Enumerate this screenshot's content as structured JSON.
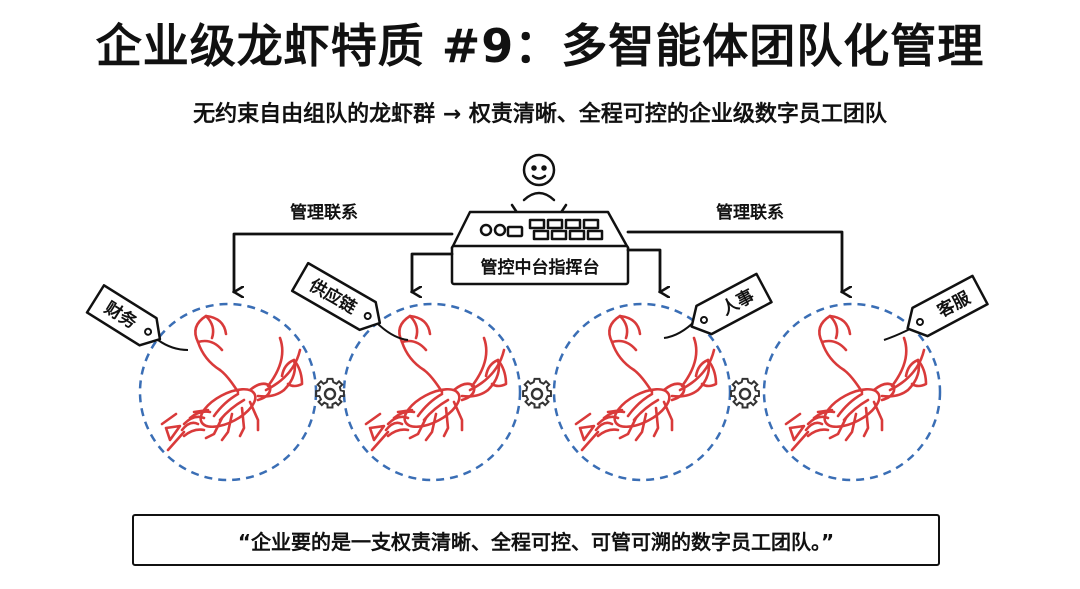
{
  "header": {
    "title": "企业级龙虾特质 #9：多智能体团队化管理",
    "subtitle": "无约束自由组队的龙虾群 → 权责清晰、全程可控的企业级数字员工团队"
  },
  "diagram": {
    "control_label": "管控中台指挥台",
    "link_left": "管理联系",
    "link_right": "管理联系",
    "teams": [
      "财务",
      "供应链",
      "人事",
      "客服"
    ],
    "colors": {
      "lobster": "#d93a3a",
      "circle": "#3a6eb5",
      "ink": "#111111"
    },
    "icons": [
      "operator-figure-icon",
      "console-icon",
      "lobster-icon",
      "gear-icon",
      "tag-icon"
    ]
  },
  "quote": "“企业要的是一支权责清晰、全程可控、可管可溯的数字员工团队。”"
}
